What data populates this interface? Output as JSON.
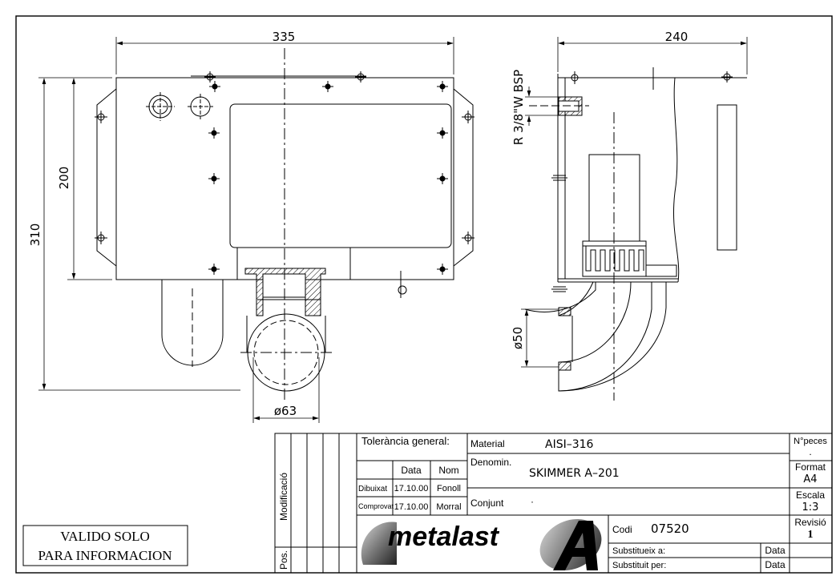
{
  "dimensions": {
    "top_width": "335",
    "side_width": "240",
    "height_200": "200",
    "height_310": "310",
    "thread": "R 3/8\"W BSP",
    "d50": "ø50",
    "d63": "ø63"
  },
  "title_block": {
    "tolerance_label": "Tolerància general:",
    "col_data": "Data",
    "col_nom": "Nom",
    "row_drawn_label": "Dibuixat",
    "row_drawn_date": "17.10.00",
    "row_drawn_name": "Fonoll",
    "row_checked_label": "Comprovat",
    "row_checked_date": "17.10.00",
    "row_checked_name": "Morral",
    "modification_label": "Modificació",
    "pos_label": "Pos.",
    "material_label": "Material",
    "material_value": "AISI–316",
    "denomination_label": "Denomin.",
    "denomination_value": "SKIMMER A–201",
    "assembly_label": "Conjunt",
    "assembly_value": "·",
    "pieces_label": "N°peces",
    "pieces_value": ".",
    "format_label": "Format",
    "format_value": "A4",
    "scale_label": "Escala",
    "scale_value": "1:3",
    "revision_label": "Revisió",
    "revision_value": "1",
    "code_label": "Codi",
    "code_value": "07520",
    "substitutes_label": "Substitueix a:",
    "substituted_label": "Substituit per:",
    "data_label_1": "Data",
    "data_label_2": "Data",
    "logo_text": "metalast"
  },
  "stamp": {
    "line1": "VALIDO SOLO",
    "line2": "PARA INFORMACION"
  }
}
